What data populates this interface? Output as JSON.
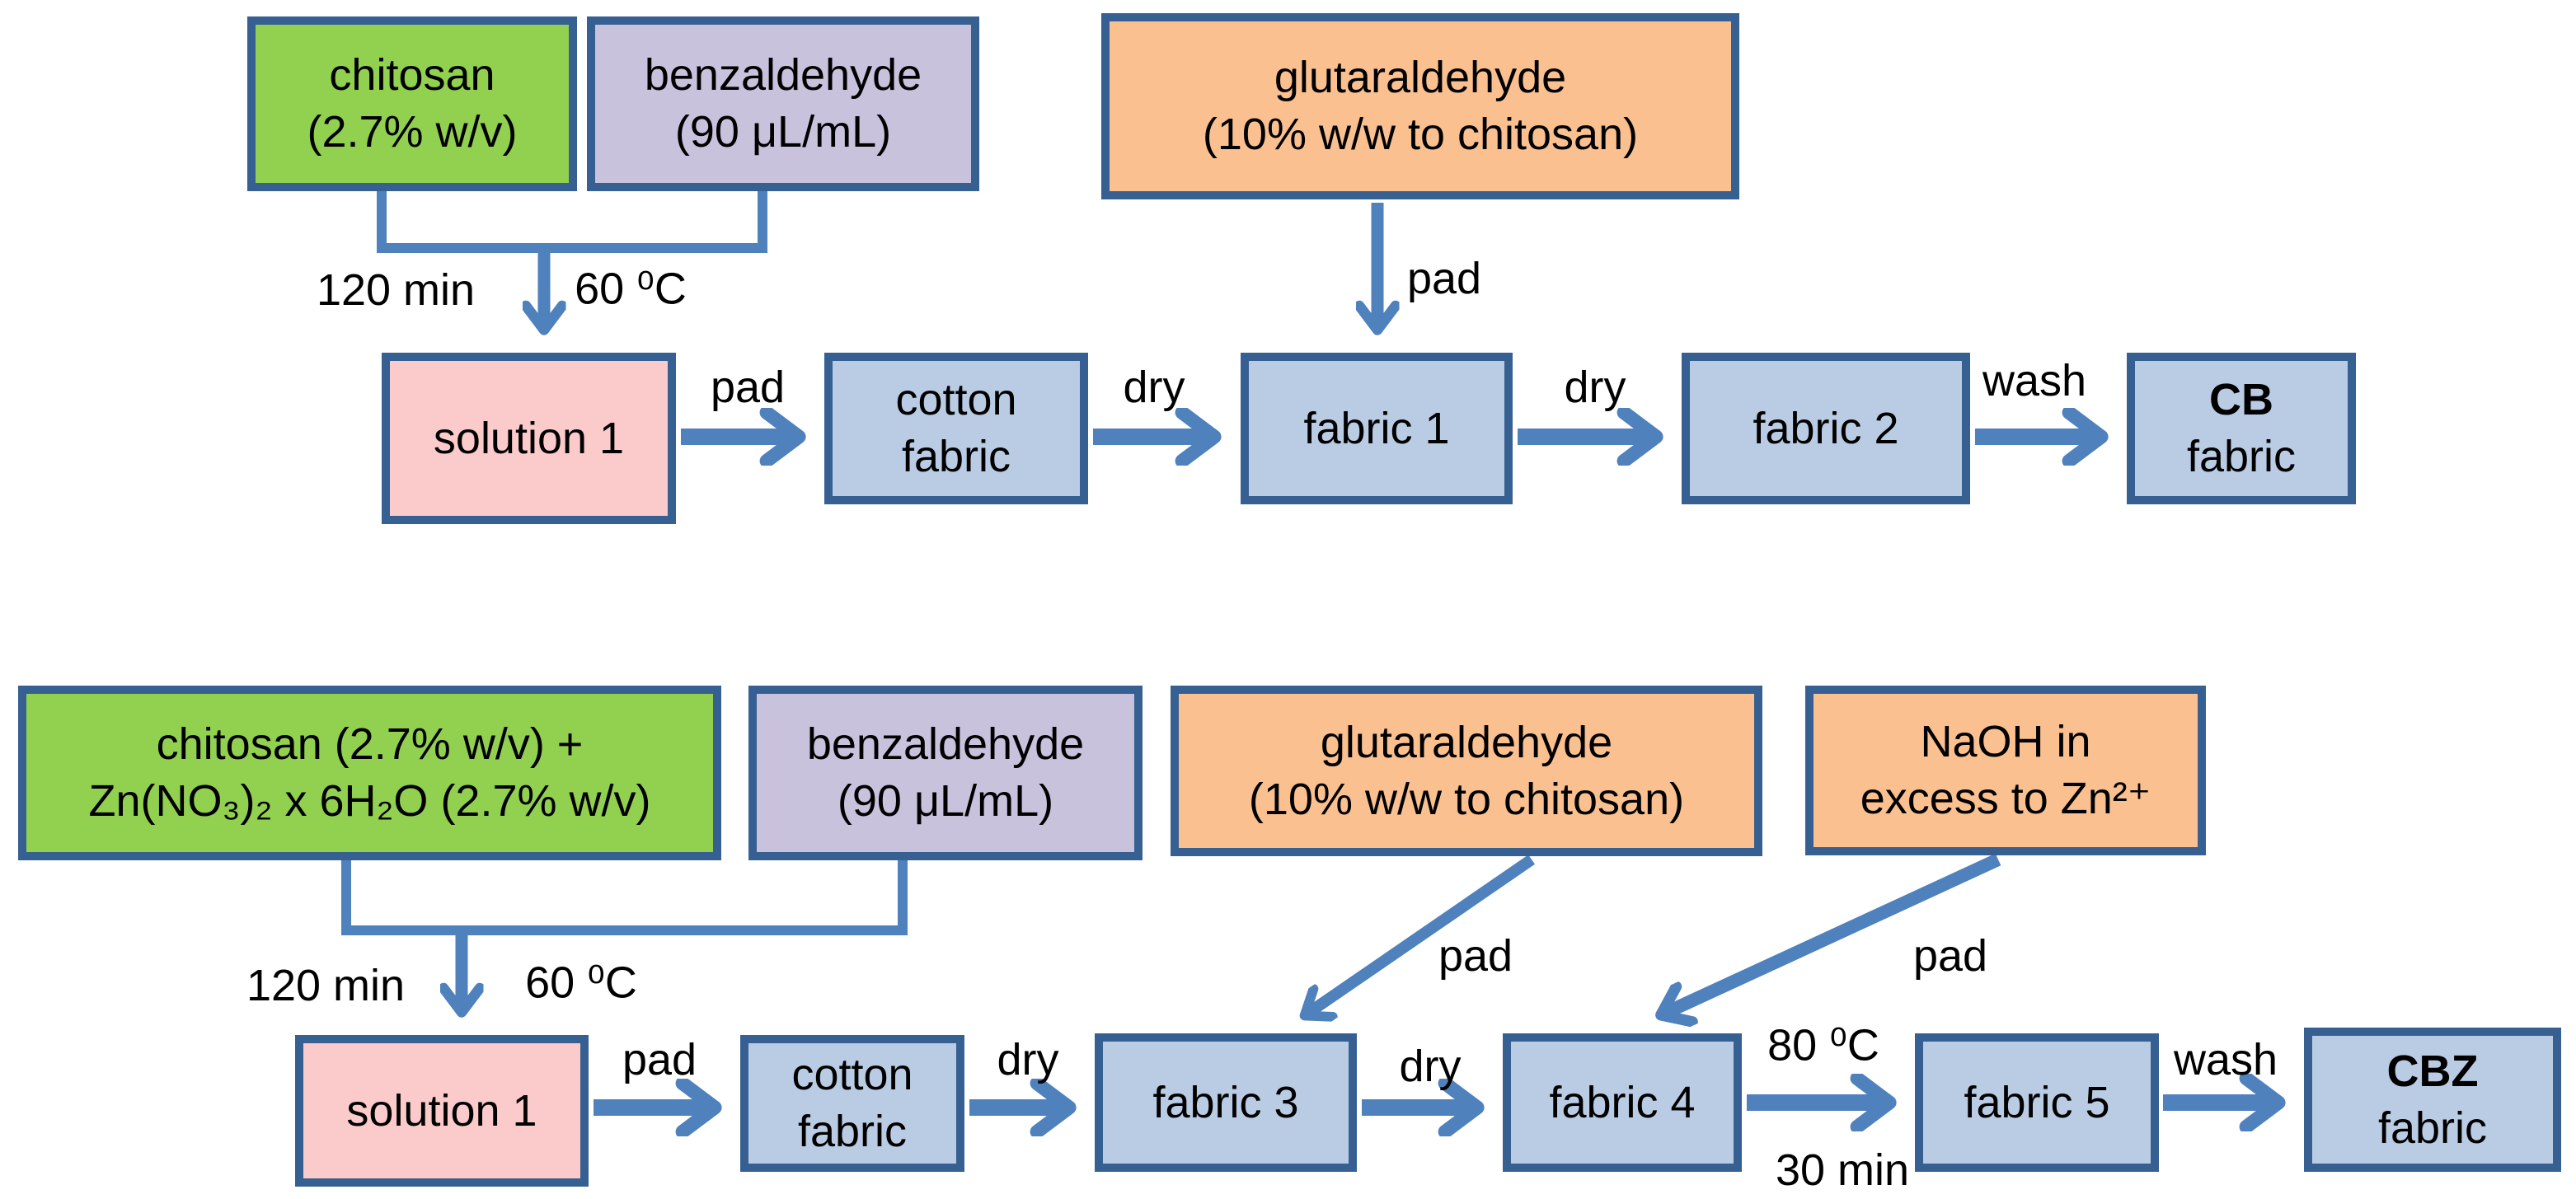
{
  "colors": {
    "box_green": "#92d04f",
    "box_purple": "#c8c2dd",
    "box_orange": "#fac08f",
    "box_pink": "#fbcaca",
    "box_blue": "#b9cce4",
    "box_border": "#376092",
    "arrow": "#4f81bd",
    "text": "#000000",
    "background": "#ffffff"
  },
  "d1": {
    "name": "CB fabric preparation flow",
    "nodes": {
      "chitosan": {
        "l1": "chitosan",
        "l2": "(2.7% w/v)"
      },
      "benzaldehyde": {
        "l1": "benzaldehyde",
        "l2": "(90 μL/mL)"
      },
      "glutaraldehyde": {
        "l1": "glutaraldehyde",
        "l2": "(10% w/w to chitosan)"
      },
      "solution1": {
        "l1": "solution 1"
      },
      "cotton": {
        "l1": "cotton",
        "l2": "fabric"
      },
      "fabric1": {
        "l1": "fabric 1"
      },
      "fabric2": {
        "l1": "fabric 2"
      },
      "cb": {
        "l1": "CB",
        "l2": "fabric"
      }
    },
    "labels": {
      "time": "120 min",
      "temp": "60 ⁰C",
      "pad_glut": "pad",
      "pad": "pad",
      "dry1": "dry",
      "dry2": "dry",
      "wash": "wash"
    }
  },
  "d2": {
    "name": "CBZ fabric preparation flow",
    "nodes": {
      "chitosan_zn": {
        "l1": "chitosan (2.7% w/v) +",
        "l2": "Zn(NO₃)₂ x 6H₂O (2.7% w/v)"
      },
      "benzaldehyde": {
        "l1": "benzaldehyde",
        "l2": "(90 μL/mL)"
      },
      "glutaraldehyde": {
        "l1": "glutaraldehyde",
        "l2": "(10% w/w to chitosan)"
      },
      "naoh": {
        "l1": "NaOH in",
        "l2": "excess to Zn²⁺"
      },
      "solution1": {
        "l1": "solution 1"
      },
      "cotton": {
        "l1": "cotton",
        "l2": "fabric"
      },
      "fabric3": {
        "l1": "fabric 3"
      },
      "fabric4": {
        "l1": "fabric 4"
      },
      "fabric5": {
        "l1": "fabric 5"
      },
      "cbz": {
        "l1": "CBZ",
        "l2": "fabric"
      }
    },
    "labels": {
      "time": "120 min",
      "temp": "60 ⁰C",
      "pad_glut": "pad",
      "pad_naoh": "pad",
      "pad": "pad",
      "dry1": "dry",
      "dry2": "dry",
      "temp2": "80 ⁰C",
      "time2": "30 min",
      "wash": "wash"
    }
  }
}
